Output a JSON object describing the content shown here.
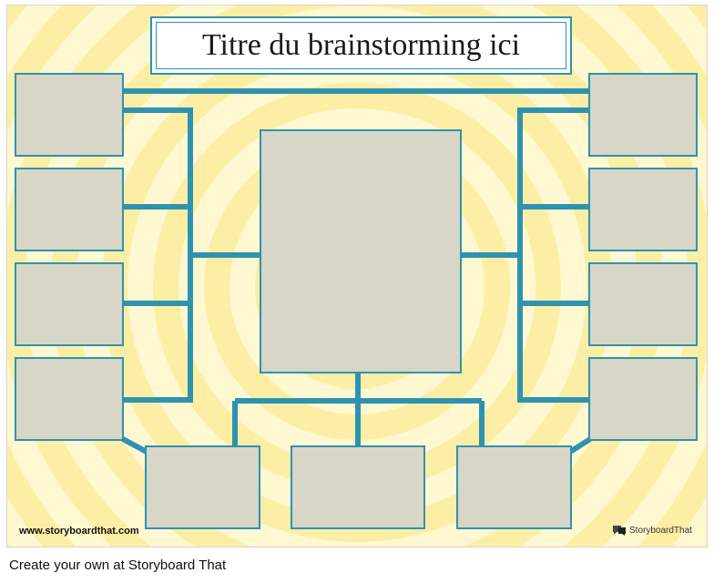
{
  "diagram": {
    "title": "Titre du brainstorming ici",
    "node_count": 12,
    "colors": {
      "background": "#fff6c4",
      "box_fill": "#d8d6c6",
      "line": "#2e93b0"
    }
  },
  "watermark": {
    "url": "www.storyboardthat.com",
    "brand": "StoryboardThat"
  },
  "footer": {
    "text": "Create your own at Storyboard That"
  }
}
